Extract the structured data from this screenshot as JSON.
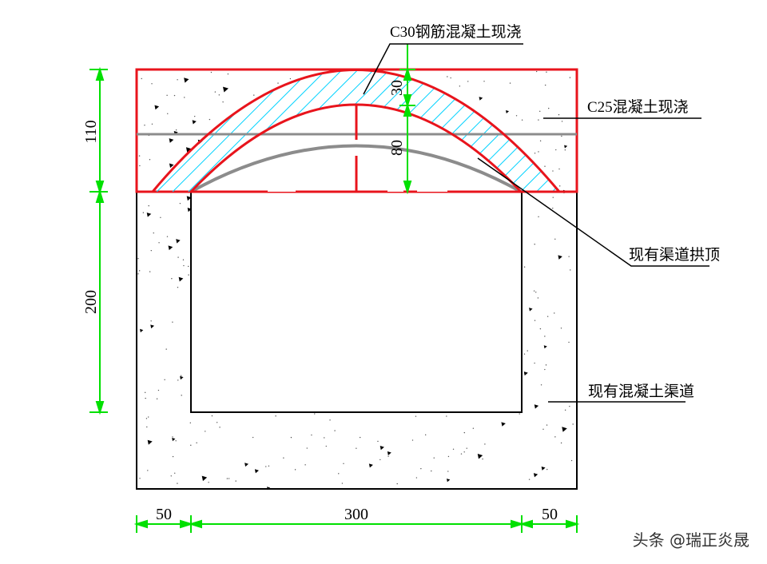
{
  "labels": {
    "c30": "C30钢筋混凝土现浇",
    "c25": "C25混凝土现浇",
    "arch": "现有渠道拱顶",
    "channel": "现有混凝土渠道"
  },
  "dimensions": {
    "h_top": "110",
    "h_bottom": "200",
    "w_left": "50",
    "w_mid": "300",
    "w_right": "50",
    "arch_thick": "30",
    "arch_rise": "80"
  },
  "watermark": "头条 @瑞正炎晟",
  "colors": {
    "concrete_outline": "#000000",
    "new_pour": "#e8141c",
    "hatch": "#00d2ff",
    "dimension": "#00e000",
    "existing_arch": "#8c8c8c"
  }
}
